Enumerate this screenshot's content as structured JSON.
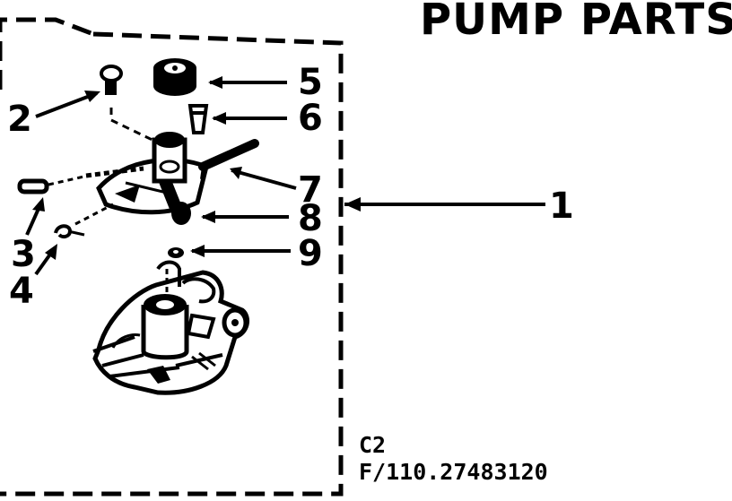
{
  "title": "PUMP PARTS",
  "callouts": {
    "c1": "1",
    "c2": "2",
    "c3": "3",
    "c4": "4",
    "c5": "5",
    "c6": "6",
    "c7": "7",
    "c8": "8",
    "c9": "9"
  },
  "footer": {
    "section": "C2",
    "figure_ref": "F/110.27483120"
  }
}
